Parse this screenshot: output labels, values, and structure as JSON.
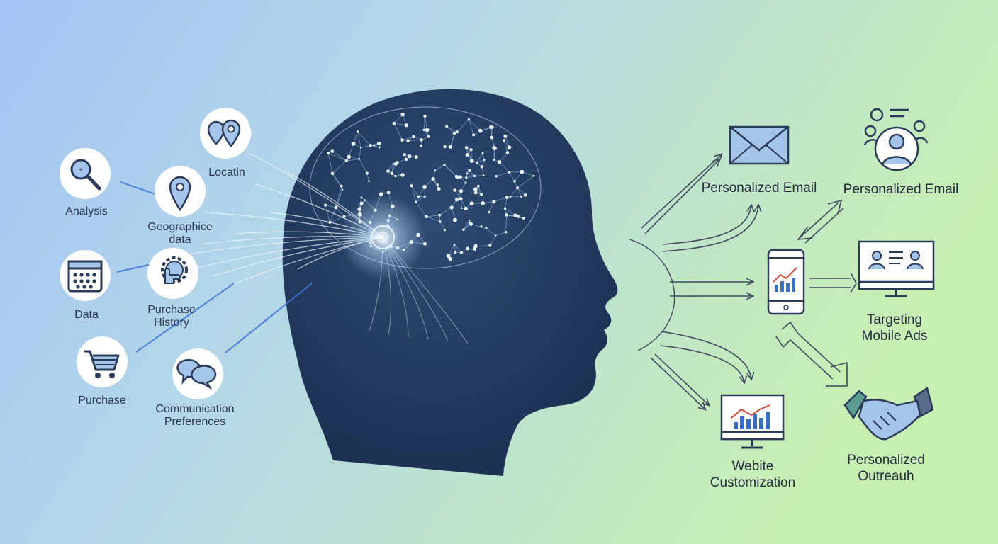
{
  "inputs": {
    "analysis": "Analysis",
    "location": "Locatin",
    "geographic_line1": "Geographice",
    "geographic_line2": "data",
    "data": "Data",
    "purchase_history_line1": "Purchase",
    "purchase_history_line2": "History",
    "purchase": "Purchase",
    "communication_line1": "Communication",
    "communication_line2": "Preferences"
  },
  "outputs": {
    "email_1": "Personalized Email",
    "email_2": "Personalized Email",
    "targeting_line1": "Targeting",
    "targeting_line2": "Mobile Ads",
    "website_line1": "Webite",
    "website_line2": "Customization",
    "outreach_line1": "Personalized",
    "outreach_line2": "Outreauh"
  },
  "icons": {
    "analysis": "magnifier-icon",
    "location": "location-pins-icon",
    "geographic": "map-pin-icon",
    "data": "calendar-icon",
    "purchase_history": "gear-hand-icon",
    "purchase": "shopping-cart-icon",
    "communication": "chat-bubbles-icon",
    "email": "envelope-icon",
    "audience": "user-group-icon",
    "mobile": "smartphone-chart-icon",
    "monitor": "monitor-users-icon",
    "website": "monitor-chart-icon",
    "handshake": "handshake-icon"
  },
  "colors": {
    "background_left": "#a9c9f3",
    "background_right": "#c6ecb1",
    "head": "#1f3558",
    "network": "#cfe6ff",
    "icon_blue": "#3b6ec9",
    "icon_fill": "#a5c4ea"
  }
}
